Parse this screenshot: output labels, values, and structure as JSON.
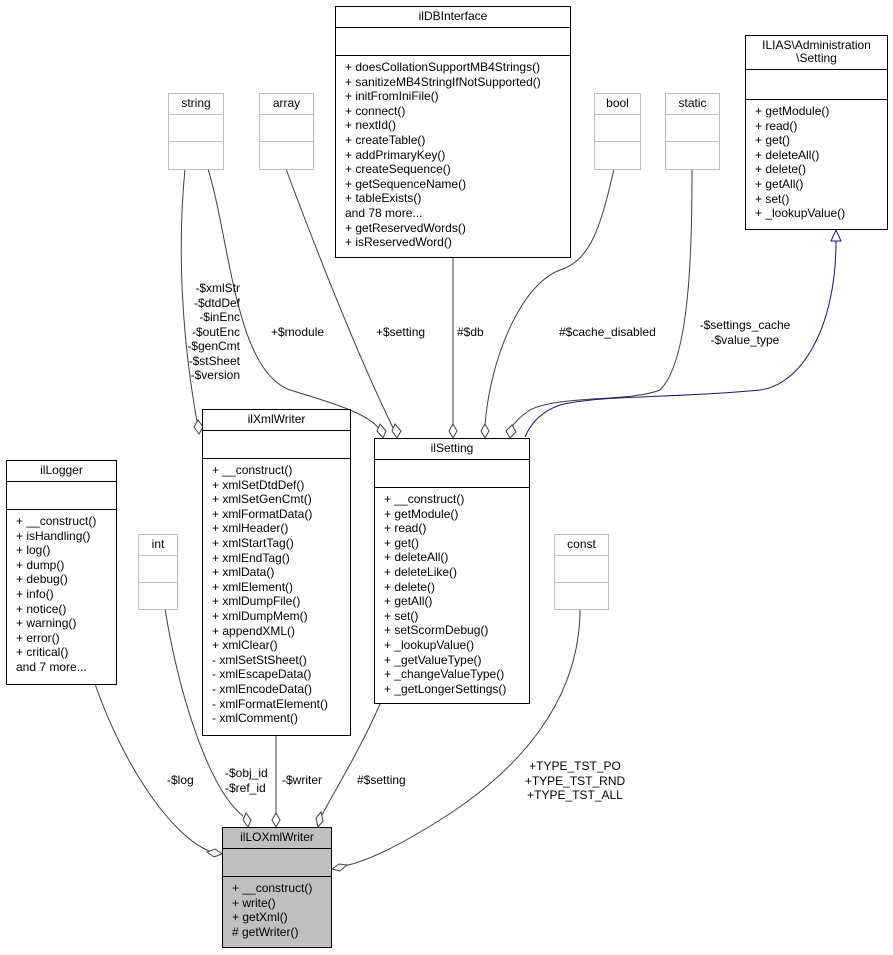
{
  "classes": {
    "ilDBInterface": {
      "title": "ilDBInterface",
      "attributes": [],
      "methods": [
        "+ doesCollationSupportMB4Strings()",
        "+ sanitizeMB4StringIfNotSupported()",
        "+ initFromIniFile()",
        "+ connect()",
        "+ nextId()",
        "+ createTable()",
        "+ addPrimaryKey()",
        "+ createSequence()",
        "+ getSequenceName()",
        "+ tableExists()",
        "and 78 more...",
        "+ getReservedWords()",
        "+ isReservedWord()"
      ]
    },
    "ilias_setting": {
      "title": "ILIAS\\Administration\n\\Setting",
      "attributes": [],
      "methods": [
        "+ getModule()",
        "+ read()",
        "+ get()",
        "+ deleteAll()",
        "+ delete()",
        "+ getAll()",
        "+ set()",
        "+ _lookupValue()"
      ]
    },
    "string": {
      "title": "string"
    },
    "array": {
      "title": "array"
    },
    "bool": {
      "title": "bool"
    },
    "static": {
      "title": "static"
    },
    "int": {
      "title": "int"
    },
    "const": {
      "title": "const"
    },
    "ilXmlWriter": {
      "title": "ilXmlWriter",
      "attributes": [],
      "methods": [
        "+ __construct()",
        "+ xmlSetDtdDef()",
        "+ xmlSetGenCmt()",
        "+ xmlFormatData()",
        "+ xmlHeader()",
        "+ xmlStartTag()",
        "+ xmlEndTag()",
        "+ xmlData()",
        "+ xmlElement()",
        "+ xmlDumpFile()",
        "+ xmlDumpMem()",
        "+ appendXML()",
        "+ xmlClear()",
        "- xmlSetStSheet()",
        "- xmlEscapeData()",
        "- xmlEncodeData()",
        "- xmlFormatElement()",
        "- xmlComment()"
      ]
    },
    "ilSetting": {
      "title": "ilSetting",
      "attributes": [],
      "methods": [
        "+ __construct()",
        "+ getModule()",
        "+ read()",
        "+ get()",
        "+ deleteAll()",
        "+ deleteLike()",
        "+ delete()",
        "+ getAll()",
        "+ set()",
        "+ setScormDebug()",
        "+ _lookupValue()",
        "+ _getValueType()",
        "+ _changeValueType()",
        "+ _getLongerSettings()"
      ]
    },
    "ilLogger": {
      "title": "ilLogger",
      "attributes": [],
      "methods": [
        "+ __construct()",
        "+ isHandling()",
        "+ log()",
        "+ dump()",
        "+ debug()",
        "+ info()",
        "+ notice()",
        "+ warning()",
        "+ error()",
        "+ critical()",
        "and 7 more..."
      ]
    },
    "ilLOXmlWriter": {
      "title": "ilLOXmlWriter",
      "attributes": [],
      "methods": [
        "+ __construct()",
        "+ write()",
        "+ getXml()",
        "# getWriter()"
      ]
    }
  },
  "edge_labels": {
    "xmlwriter_vars": "-$xmlStr\n-$dtdDef\n-$inEnc\n-$outEnc\n-$genCmt\n-$stSheet\n-$version",
    "module": "+$module",
    "setting_array": "+$setting",
    "db": "#$db",
    "cache_disabled": "#$cache_disabled",
    "settings_cache": "-$settings_cache\n-$value_type",
    "log": "-$log",
    "ids": "-$obj_id\n-$ref_id",
    "writer": "-$writer",
    "setting": "#$setting",
    "type_consts": "+TYPE_TST_PO\n+TYPE_TST_RND\n+TYPE_TST_ALL"
  },
  "colors": {
    "edge": "#404040",
    "inheritance": "#191970",
    "focus_fill": "#bfbfbf",
    "builtin_border": "#bfbfbf"
  }
}
